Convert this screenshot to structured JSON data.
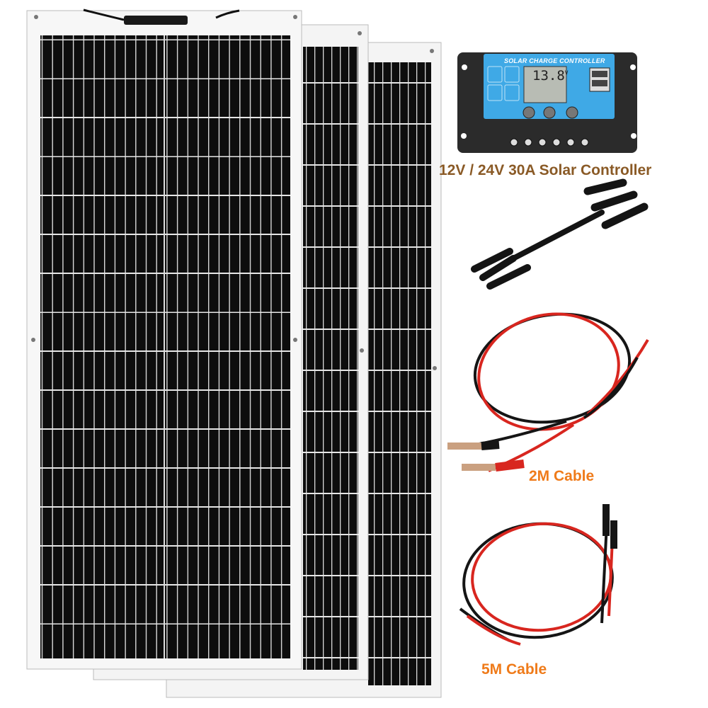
{
  "product": {
    "controller": {
      "panel_title": "SOLAR CHARGE CONTROLLER",
      "lcd_reading": "13.8",
      "lcd_unit": "V",
      "caption": "12V / 24V 30A Solar Controller"
    },
    "cables": [
      {
        "caption": "2M Cable"
      },
      {
        "caption": "5M Cable"
      }
    ],
    "panel_count": 3,
    "colors": {
      "controller_caption": "#8a5a26",
      "cable_caption": "#ef7b1a",
      "controller_face": "#3fa9e6",
      "cell": "#0d0d0d",
      "cable_red": "#d8261f",
      "cable_black": "#151515"
    }
  }
}
